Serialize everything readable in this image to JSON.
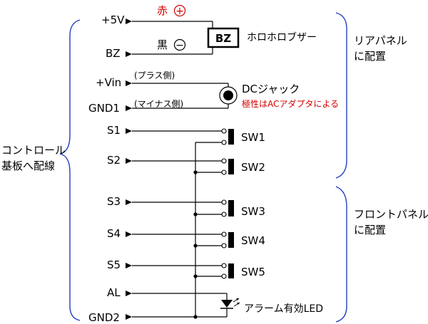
{
  "left_note": {
    "line1": "コントロール",
    "line2": "基板へ配線"
  },
  "signals": {
    "p5v": "+5V",
    "bz": "BZ",
    "vin": "+Vin",
    "gnd1": "GND1",
    "s1": "S1",
    "s2": "S2",
    "s3": "S3",
    "s4": "S4",
    "s5": "S5",
    "al": "AL",
    "gnd2": "GND2"
  },
  "buzzer": {
    "box": "BZ",
    "name": "ホロホロブザー",
    "red_label": "赤",
    "black_label": "黒",
    "plus_symbol": "+",
    "minus_symbol": "−"
  },
  "dc_jack": {
    "name": "DCジャック",
    "plus_note": "(プラス側)",
    "minus_note": "(マイナス側)",
    "polarity_note": "極性はACアダプタによる",
    "polarity_color": "#d40000"
  },
  "switches": [
    "SW1",
    "SW2",
    "SW3",
    "SW4",
    "SW5"
  ],
  "led": {
    "name": "アラーム有効LED"
  },
  "rear_panel": {
    "line1": "リアパネル",
    "line2": "に配置"
  },
  "front_panel": {
    "line1": "フロントパネル",
    "line2": "に配置"
  },
  "colors": {
    "brace": "#1f3fbf",
    "red": "#d40000"
  }
}
